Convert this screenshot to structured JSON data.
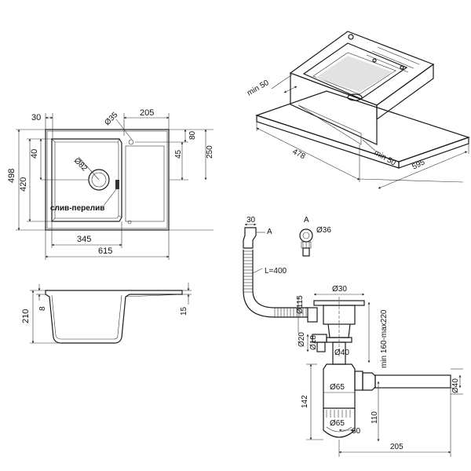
{
  "top_view": {
    "dims": {
      "d30": "30",
      "d205": "205",
      "d35": "Ø35",
      "d40": "40",
      "d420": "420",
      "d498": "498",
      "d82": "Ø82",
      "d80": "80",
      "d45": "45",
      "d250": "250",
      "d345": "345",
      "d615": "615"
    },
    "overflow_label": "слив-перелив"
  },
  "section_view": {
    "dims": {
      "d210": "210",
      "d8": "8",
      "d15": "15"
    }
  },
  "iso_view": {
    "dims": {
      "min50_a": "min 50",
      "d478": "478",
      "min50_b": "min 50",
      "d595": "595"
    }
  },
  "siphon": {
    "dims": {
      "d30": "30",
      "a1": "A",
      "a2": "A",
      "d36": "Ø36",
      "l400": "L=400",
      "d115": "Ø115",
      "d30b": "Ø30",
      "range": "min 160-max220",
      "d20": "Ø20",
      "d18": "Ø18",
      "d40": "Ø40",
      "d65a": "Ø65",
      "d40b": "Ø40",
      "d142": "142",
      "d65b": "Ø65",
      "d60": "60",
      "d110": "110",
      "d205": "205"
    }
  }
}
